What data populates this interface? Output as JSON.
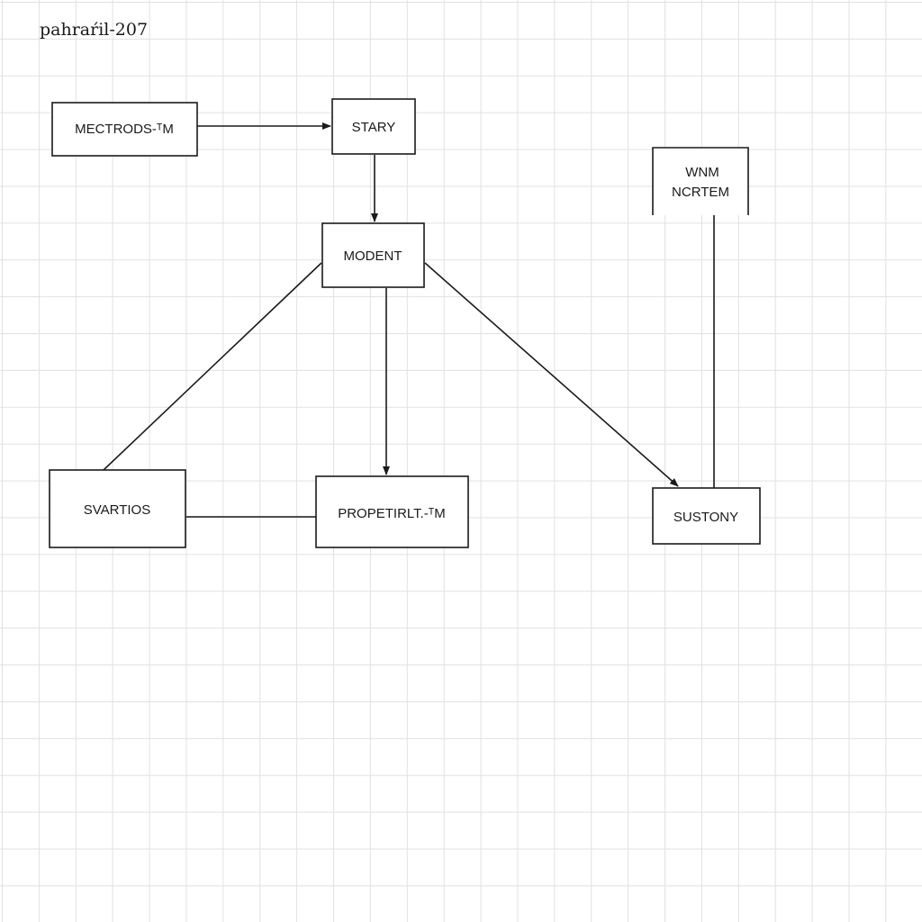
{
  "title": "pahraŕil-207",
  "nodes": {
    "mectrods": {
      "label": "MECTRODS-ᵀM"
    },
    "stary": {
      "label": "STARY"
    },
    "wnm_ncrtem": {
      "lines": [
        "WNM",
        "NCRTEM"
      ]
    },
    "modent": {
      "label": "MODENT"
    },
    "svartios": {
      "label": "SVARTIOS"
    },
    "propetirit": {
      "label": "PROPETIRLT.-ᵀM"
    },
    "sustony": {
      "label": "SUSTONY"
    }
  },
  "edges": [
    {
      "from": "mectrods",
      "to": "stary",
      "arrow": true
    },
    {
      "from": "stary",
      "to": "modent",
      "arrow": true
    },
    {
      "from": "modent",
      "to": "svartios",
      "arrow": false
    },
    {
      "from": "modent",
      "to": "propetirit",
      "arrow": true
    },
    {
      "from": "modent",
      "to": "sustony",
      "arrow": true
    },
    {
      "from": "svartios",
      "to": "propetirit",
      "arrow": false
    },
    {
      "from": "wnm_ncrtem",
      "to": "sustony",
      "arrow": false
    }
  ],
  "colors": {
    "line": "#1a1a1a",
    "grid": "#e1e1e1",
    "background": "#ffffff"
  }
}
